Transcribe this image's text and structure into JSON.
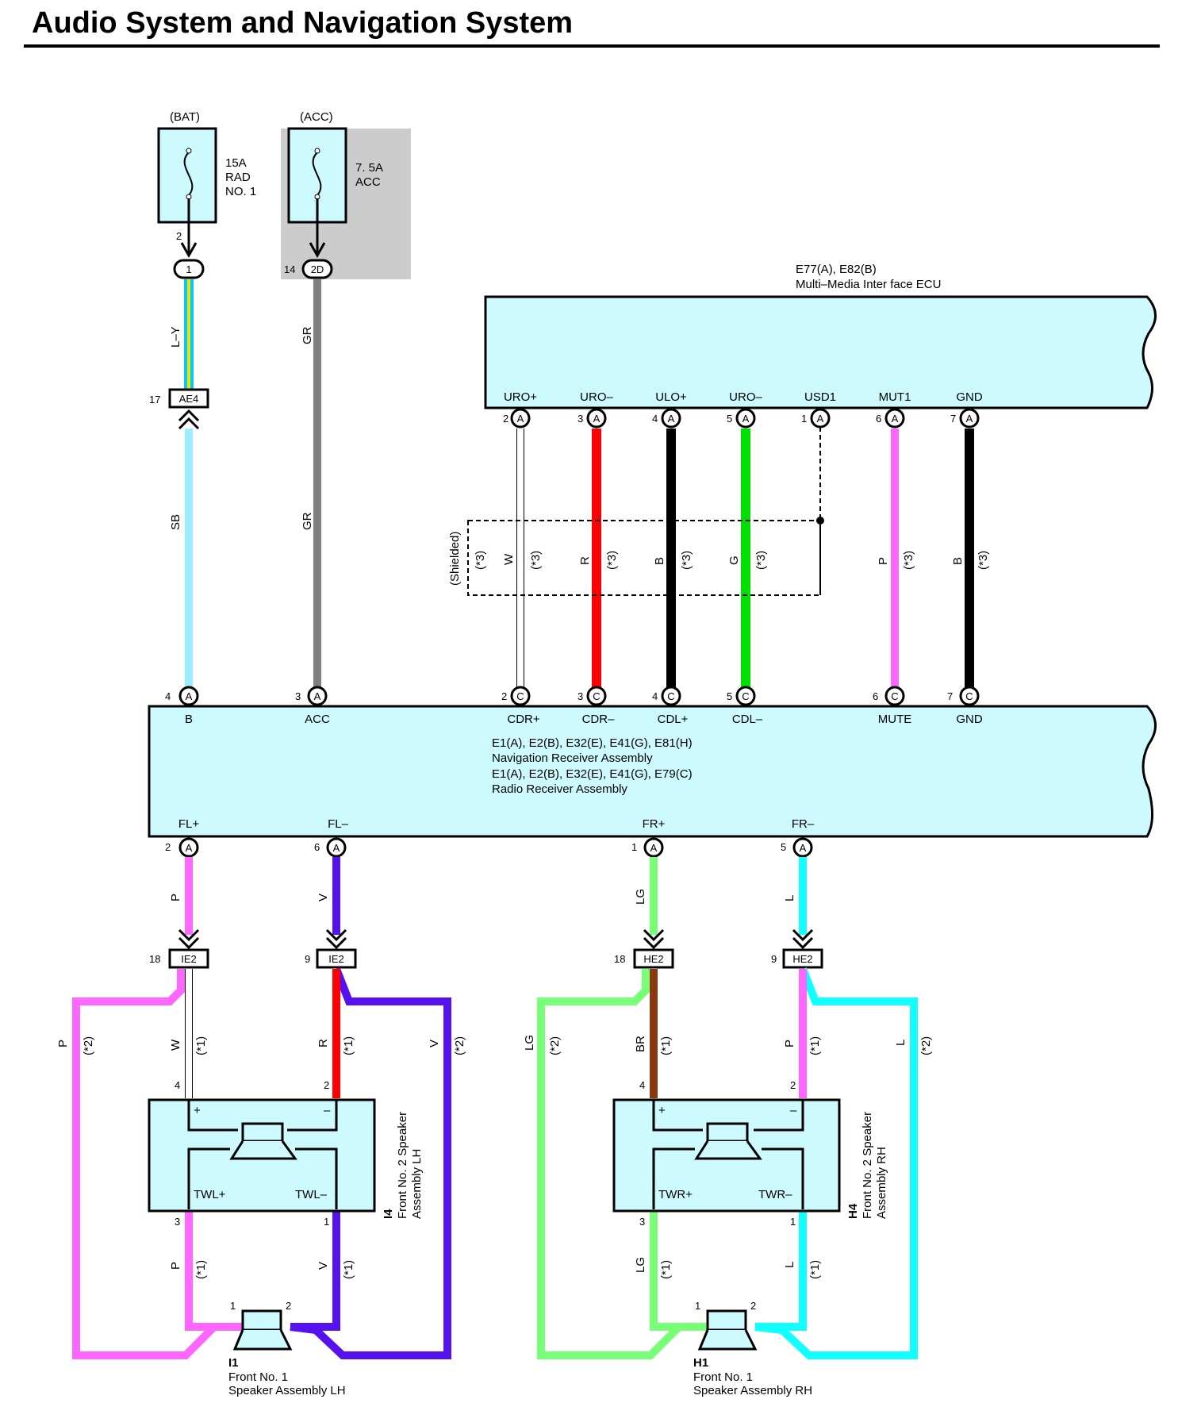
{
  "page_title": "Audio System and Navigation System",
  "colors": {
    "box_fill": "#ccfaff",
    "shade": "#cccccc",
    "L-Y_a": "#00c8ff",
    "L-Y_b": "#f2e200",
    "GR": "#808080",
    "SB": "#99eeff",
    "W": "#ffffff",
    "R": "#ff0000",
    "B": "#000000",
    "G": "#00e000",
    "P": "#ff66ff",
    "V": "#5511ee",
    "LG": "#77ff77",
    "L": "#11ffff",
    "BR": "#8b3a10"
  },
  "fuses": {
    "bat": {
      "supply": "(BAT)",
      "rating": "15A",
      "name1": "RAD",
      "name2": "NO. 1",
      "pin": "2"
    },
    "acc": {
      "supply": "(ACC)",
      "rating": "7. 5A",
      "name1": "ACC",
      "pin": "14"
    }
  },
  "junctions": {
    "bat": "1",
    "acc": "2D"
  },
  "connectors": {
    "ae4": {
      "code": "AE4",
      "pin": "17"
    },
    "ie2_l": {
      "code": "IE2",
      "pin": "18"
    },
    "ie2_r": {
      "code": "IE2",
      "pin": "9"
    },
    "he2_l": {
      "code": "HE2",
      "pin": "18"
    },
    "he2_r": {
      "code": "HE2",
      "pin": "9"
    }
  },
  "ecu": {
    "id": "E77(A), E82(B)",
    "name": "Multi–Media Inter face ECU",
    "terminals": [
      {
        "label": "URO+",
        "pin": "2",
        "conn": "A"
      },
      {
        "label": "URO–",
        "pin": "3",
        "conn": "A"
      },
      {
        "label": "ULO+",
        "pin": "4",
        "conn": "A"
      },
      {
        "label": "URO–",
        "pin": "5",
        "conn": "A"
      },
      {
        "label": "USD1",
        "pin": "1",
        "conn": "A"
      },
      {
        "label": "MUT1",
        "pin": "6",
        "conn": "A"
      },
      {
        "label": "GND",
        "pin": "7",
        "conn": "A"
      }
    ]
  },
  "receiver": {
    "id1": "E1(A), E2(B), E32(E), E41(G), E81(H)",
    "name1": "Navigation Receiver Assembly",
    "id2": "E1(A), E2(B), E32(E), E41(G), E79(C)",
    "name2": "Radio Receiver Assembly",
    "top_terminals": [
      {
        "label": "B",
        "pin": "4",
        "conn": "A"
      },
      {
        "label": "ACC",
        "pin": "3",
        "conn": "A"
      },
      {
        "label": "CDR+",
        "pin": "2",
        "conn": "C"
      },
      {
        "label": "CDR–",
        "pin": "3",
        "conn": "C"
      },
      {
        "label": "CDL+",
        "pin": "4",
        "conn": "C"
      },
      {
        "label": "CDL–",
        "pin": "5",
        "conn": "C"
      },
      {
        "label": "MUTE",
        "pin": "6",
        "conn": "C"
      },
      {
        "label": "GND",
        "pin": "7",
        "conn": "C"
      }
    ],
    "bottom_terminals": [
      {
        "label": "FL+",
        "pin": "2",
        "conn": "A"
      },
      {
        "label": "FL–",
        "pin": "6",
        "conn": "A"
      },
      {
        "label": "FR+",
        "pin": "1",
        "conn": "A"
      },
      {
        "label": "FR–",
        "pin": "5",
        "conn": "A"
      }
    ]
  },
  "wire_labels": {
    "ly": "L–Y",
    "gr1": "GR",
    "gr2": "GR",
    "sb": "SB",
    "shielded": "(Shielded)",
    "note3": "(*3)",
    "note2": "(*2)",
    "note1": "(*1)",
    "w": "W",
    "r": "R",
    "b": "B",
    "g": "G",
    "p": "P",
    "v": "V",
    "lg": "LG",
    "l": "L",
    "br": "BR"
  },
  "speaker_lh_no2": {
    "id": "I4",
    "name1": "Front No. 2 Speaker",
    "name2": "Assembly LH",
    "term_plus": "TWL+",
    "term_minus": "TWL–",
    "sign_plus": "+",
    "sign_minus": "–",
    "pin_tl": "4",
    "pin_tr": "2",
    "pin_bl": "3",
    "pin_br": "1"
  },
  "speaker_rh_no2": {
    "id": "H4",
    "name1": "Front No. 2 Speaker",
    "name2": "Assembly RH",
    "term_plus": "TWR+",
    "term_minus": "TWR–",
    "sign_plus": "+",
    "sign_minus": "–",
    "pin_tl": "4",
    "pin_tr": "2",
    "pin_bl": "3",
    "pin_br": "1"
  },
  "speaker_lh_no1": {
    "id": "I1",
    "name1": "Front No. 1",
    "name2": "Speaker Assembly LH",
    "pin_l": "1",
    "pin_r": "2"
  },
  "speaker_rh_no1": {
    "id": "H1",
    "name1": "Front No. 1",
    "name2": "Speaker Assembly RH",
    "pin_l": "1",
    "pin_r": "2"
  }
}
